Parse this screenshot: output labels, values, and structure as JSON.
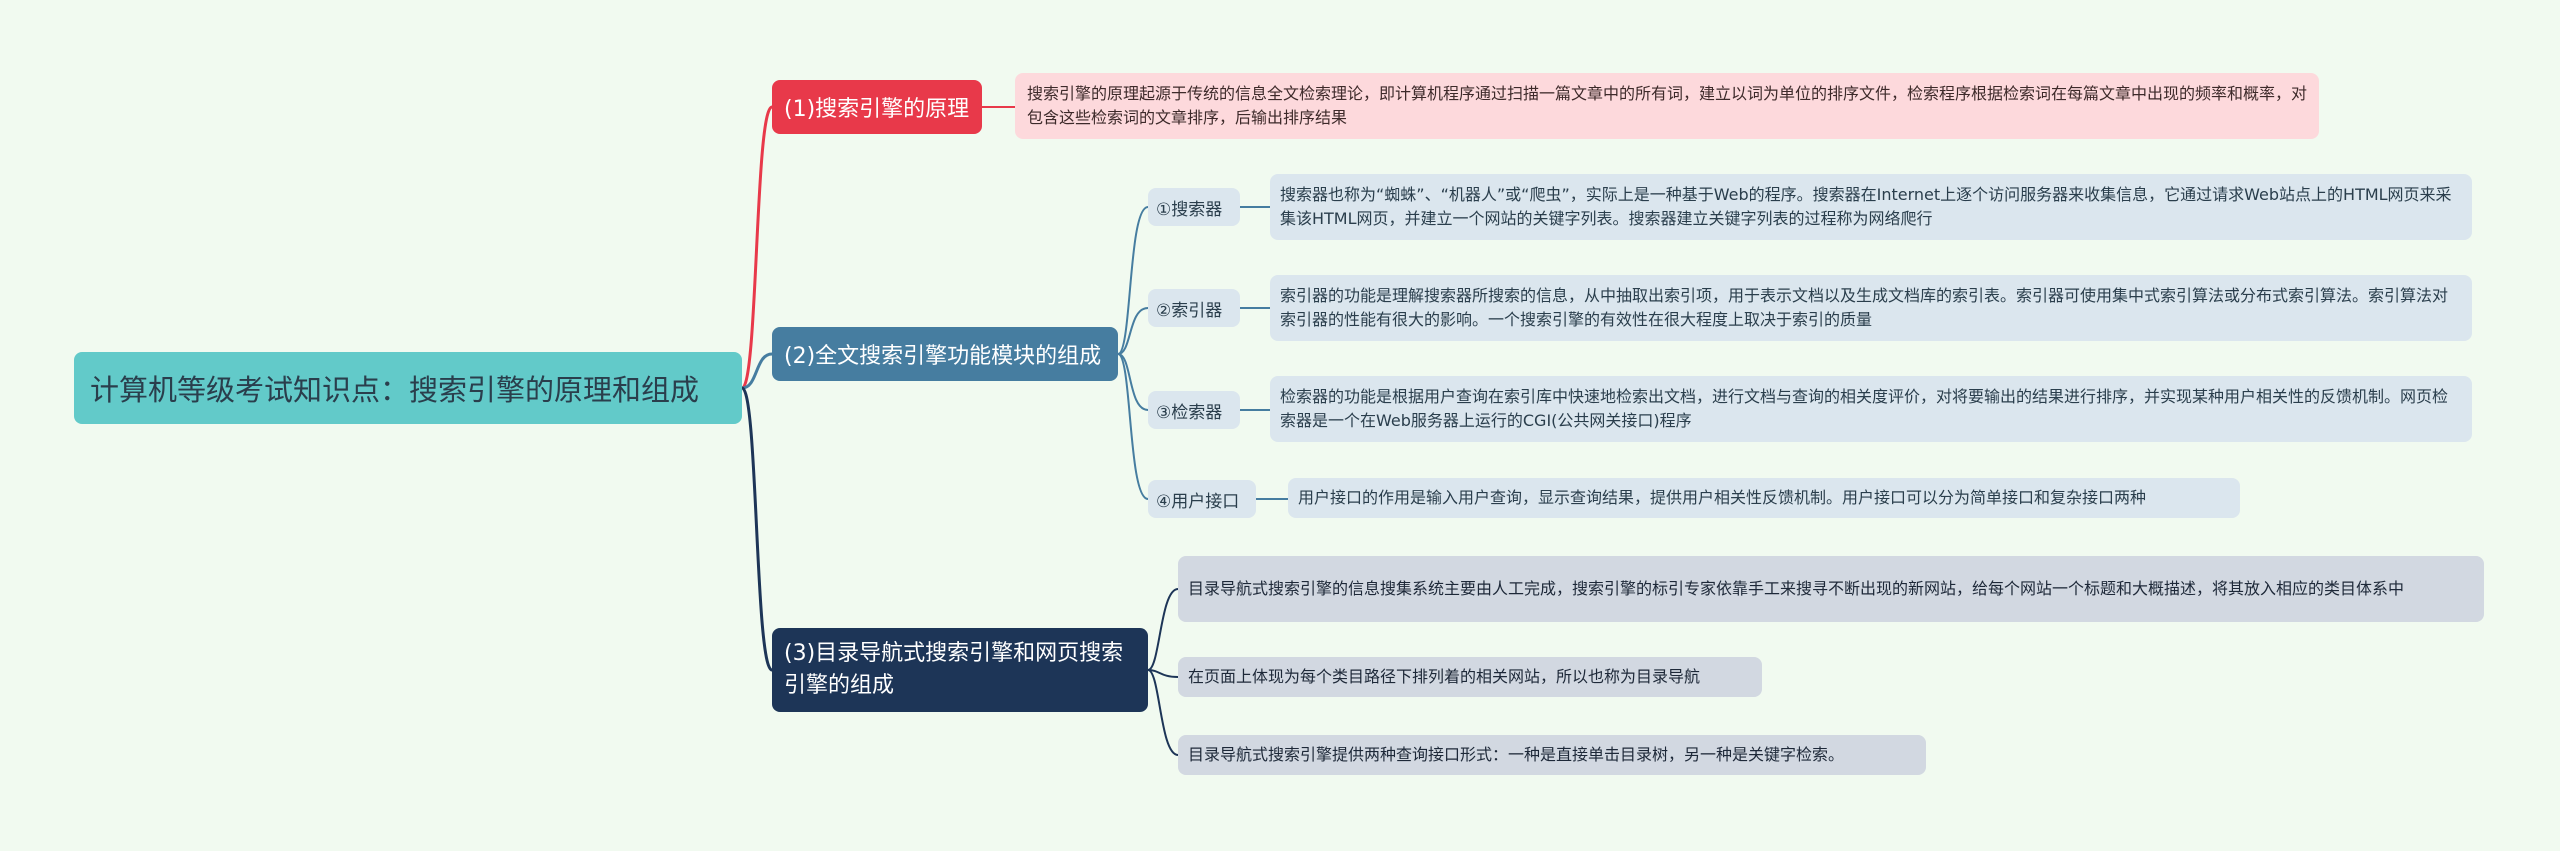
{
  "root": {
    "title": "计算机等级考试知识点：搜索引擎的原理和组成"
  },
  "branches": [
    {
      "title": "(1)搜索引擎的原理",
      "color": "#e8394a",
      "details": [
        "搜索引擎的原理起源于传统的信息全文检索理论，即计算机程序通过扫描一篇文章中的所有词，建立以词为单位的排序文件，检索程序根据检索词在每篇文章中出现的频率和概率，对包含这些检索词的文章排序，后输出排序结果"
      ]
    },
    {
      "title": "(2)全文搜索引擎功能模块的组成",
      "color": "#467da0",
      "modules": [
        {
          "name": "①搜索器",
          "desc": "搜索器也称为“蜘蛛”、“机器人”或“爬虫”，实际上是一种基于Web的程序。搜索器在Internet上逐个访问服务器来收集信息，它通过请求Web站点上的HTML网页来采集该HTML网页，并建立一个网站的关键字列表。搜索器建立关键字列表的过程称为网络爬行"
        },
        {
          "name": "②索引器",
          "desc": "索引器的功能是理解搜索器所搜索的信息，从中抽取出索引项，用于表示文档以及生成文档库的索引表。索引器可使用集中式索引算法或分布式索引算法。索引算法对索引器的性能有很大的影响。一个搜索引擎的有效性在很大程度上取决于索引的质量"
        },
        {
          "name": "③检索器",
          "desc": "检索器的功能是根据用户查询在索引库中快速地检索出文档，进行文档与查询的相关度评价，对将要输出的结果进行排序，并实现某种用户相关性的反馈机制。网页检索器是一个在Web服务器上运行的CGI(公共网关接口)程序"
        },
        {
          "name": "④用户接口",
          "desc": "用户接口的作用是输入用户查询，显示查询结果，提供用户相关性反馈机制。用户接口可以分为简单接口和复杂接口两种"
        }
      ]
    },
    {
      "title": "(3)目录导航式搜索引擎和网页搜索引擎的组成",
      "color": "#1d3557",
      "details": [
        "目录导航式搜索引擎的信息搜集系统主要由人工完成，搜索引擎的标引专家依靠手工来搜寻不断出现的新网站，给每个网站一个标题和大概描述，将其放入相应的类目体系中",
        "在页面上体现为每个类目路径下排列着的相关网站，所以也称为目录导航",
        "目录导航式搜索引擎提供两种查询接口形式：一种是直接单击目录树，另一种是关键字检索。"
      ]
    }
  ]
}
